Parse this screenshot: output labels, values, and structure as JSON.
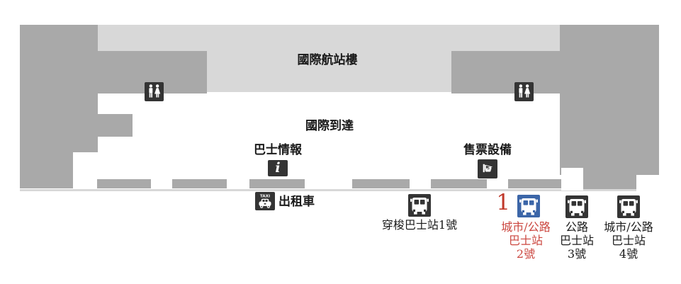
{
  "colors": {
    "area_grey": "#a9a9a9",
    "terminal_grey": "#d8d8d8",
    "icon_dark": "#343434",
    "bus_blue": "#3c66a8",
    "badge_red": "#c0392b",
    "label_red": "#cb463f",
    "text_dark": "#1a1a1a"
  },
  "areas": {
    "terminal_label": "國際航站樓",
    "arrivals_label": "國際到達"
  },
  "amenities": {
    "bus_info_label": "巴士情報",
    "ticket_label": "售票設備",
    "taxi_label": "出租車"
  },
  "icons": {
    "info_glyph": "i",
    "taxi_text": "TAXI",
    "restroom": "men-women-pictogram",
    "ticket_machine": "hand-with-tickets-pictogram",
    "bus": "bus-front-pictogram"
  },
  "stops": [
    {
      "label": "穿梭巴士站1號"
    },
    {
      "badge": "1",
      "line1": "城市/公路",
      "line2": "巴士站",
      "line3": "2號"
    },
    {
      "line1": "公路",
      "line2": "巴士站",
      "line3": "3號"
    },
    {
      "line1": "城市/公路",
      "line2": "巴士站",
      "line3": "4號"
    }
  ]
}
